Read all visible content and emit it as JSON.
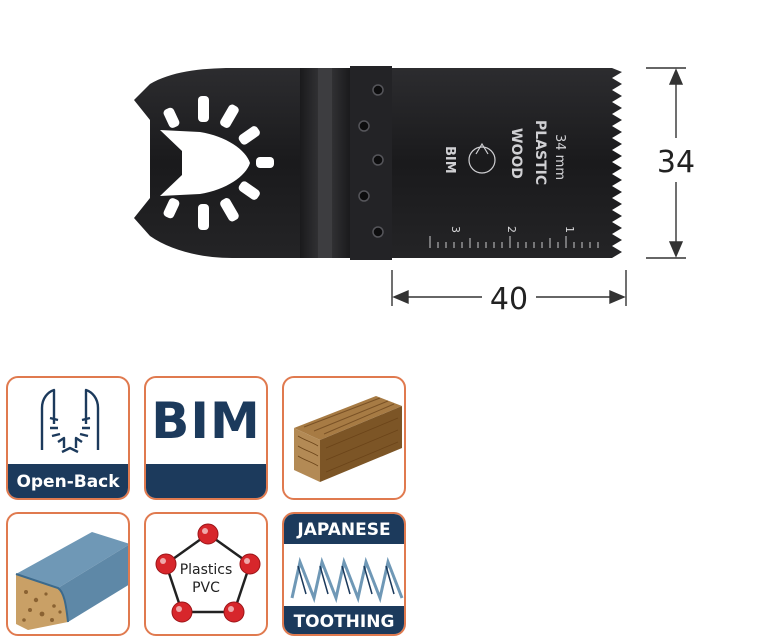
{
  "product": {
    "blade_markings": {
      "material_line1": "WOOD",
      "material_line2": "PLASTIC",
      "size_text": "34 mm",
      "type_text": "BIM",
      "scale_1": "1",
      "scale_2": "2",
      "scale_3": "3"
    },
    "dimensions": {
      "height_label": "34",
      "width_label": "40"
    }
  },
  "badges": {
    "open_back": {
      "label": "Open-Back",
      "icon": "open-back-blade-icon"
    },
    "bim": {
      "label": "BIM",
      "icon": "bim-material-icon"
    },
    "wood": {
      "icon": "wood-plank-icon"
    },
    "laminate": {
      "icon": "laminate-board-icon"
    },
    "plastics": {
      "line1": "Plastics",
      "line2": "PVC",
      "icon": "plastic-molecule-icon"
    },
    "japanese": {
      "top": "JAPANESE",
      "bottom": "TOOTHING",
      "icon": "japanese-teeth-icon"
    }
  },
  "colors": {
    "border": "#e07a4f",
    "navy": "#1c3a5c",
    "blade": "#1f1f21",
    "molecule": "#d7262b",
    "laminate_blue": "#5e88a7",
    "wood": "#8a6232"
  }
}
